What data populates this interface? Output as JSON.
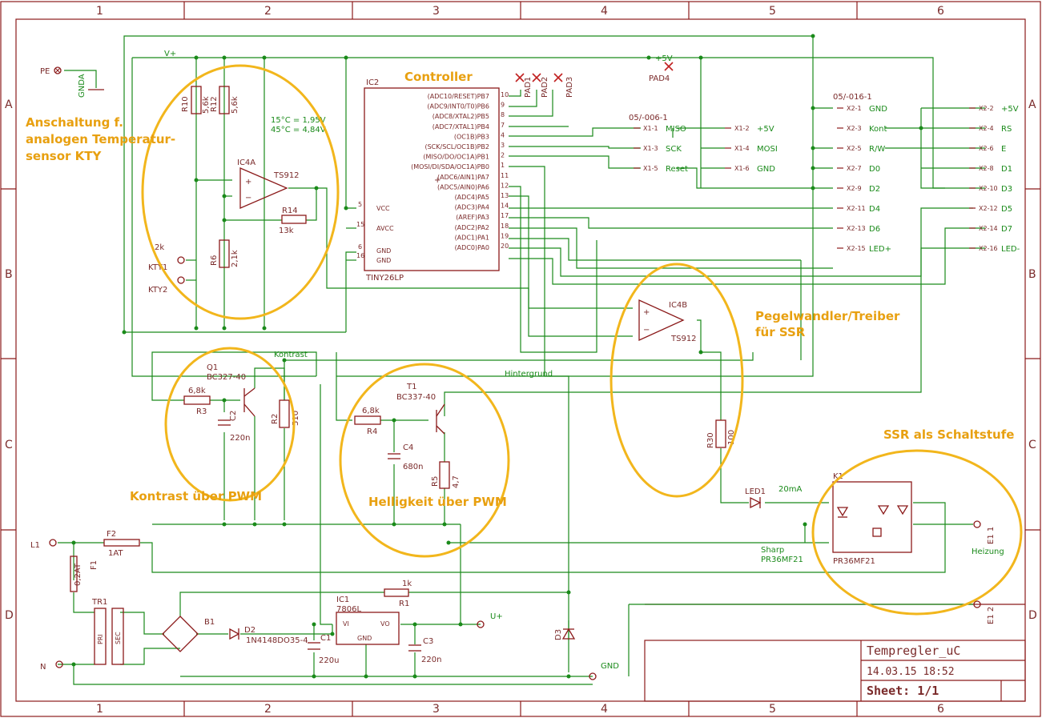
{
  "grid": {
    "columns": [
      "1",
      "2",
      "3",
      "4",
      "5",
      "6"
    ],
    "rows": [
      "A",
      "B",
      "C",
      "D"
    ]
  },
  "notes": {
    "kty": [
      "Anschaltung f.",
      "analogen Temperatur-",
      "sensor KTY"
    ],
    "controller": "Controller",
    "pegel": [
      "Pegelwandler/Treiber",
      "für SSR"
    ],
    "ssr": "SSR als Schaltstufe",
    "kontrast": "Kontrast über PWM",
    "helligkeit": "Helligkeit über PWM"
  },
  "titleblock": {
    "name": "Tempregler_uC",
    "date": "14.03.15 18:52",
    "sheet": "Sheet: 1/1"
  },
  "nets": {
    "vplus": "V+",
    "pe": "PE",
    "gnda": "GNDA",
    "plus5v": "+5V",
    "kontrast": "Kontrast",
    "hintergrund": "Hintergrund",
    "uplus": "U+",
    "gnd": "GND",
    "l1": "L1",
    "n": "N",
    "temp1": "15°C = 1,95V",
    "temp2": "45°C = 4,84V",
    "ma20": "20mA",
    "sharp1": "Sharp",
    "sharp2": "PR36MF21",
    "heizung": "Heizung"
  },
  "components": {
    "r10": [
      "R10",
      "5,6k"
    ],
    "r12": [
      "R12",
      "5,6k"
    ],
    "r6": [
      "R6",
      "2,1k"
    ],
    "r14": [
      "R14",
      "13k"
    ],
    "ic4a": [
      "IC4A",
      "TS912"
    ],
    "ic4b": [
      "IC4B",
      "TS912"
    ],
    "kty1": "KTY1",
    "kty2": "KTY2",
    "kty2k": "2k",
    "ic2": [
      "IC2",
      "TINY26LP"
    ],
    "q1": [
      "Q1",
      "BC327-40"
    ],
    "r3": [
      "R3",
      "6,8k"
    ],
    "c2": [
      "C2",
      "220n"
    ],
    "r2": [
      "R2",
      "510"
    ],
    "t1": [
      "T1",
      "BC337-40"
    ],
    "r4": [
      "R4",
      "6,8k"
    ],
    "c4": [
      "C4",
      "680n"
    ],
    "r5": [
      "R5",
      "4,7"
    ],
    "r30": [
      "R30",
      "100"
    ],
    "led1": "LED1",
    "k1": [
      "K1",
      "PR36MF21"
    ],
    "f2": [
      "F2",
      "1AT"
    ],
    "f1": [
      "F1",
      "0,2AT"
    ],
    "tr1": [
      "TR1",
      "PRI",
      "SEC"
    ],
    "b1": "B1",
    "d2": [
      "D2",
      "1N4148DO35-4"
    ],
    "c1": [
      "C1",
      "220u"
    ],
    "ic1": [
      "IC1",
      "7806L",
      "VI",
      "VO",
      "GND"
    ],
    "c3": [
      "C3",
      "220n"
    ],
    "r1": [
      "R1",
      "1k"
    ],
    "d3": "D3",
    "e1": [
      "E1 1",
      "E1 2"
    ]
  },
  "pads": [
    "PAD1",
    "PAD2",
    "PAD3",
    "PAD4"
  ],
  "ic2_left_pins": [
    "VCC",
    "AVCC",
    "GND",
    "GND"
  ],
  "ic2_left_pin_nums": [
    "5",
    "15",
    "6",
    "16"
  ],
  "ic2_right_pins": [
    "(ADC10/RESET)PB7",
    "(ADC9/INT0/T0)PB6",
    "(ADC8/XTAL2)PB5",
    "(ADC7/XTAL1)PB4",
    "(OC1B)PB3",
    "(SCK/SCL/OC1B)PB2",
    "(MISO/DO/OC1A)PB1",
    "(MOSI/DI/SDA/OC1A)PB0",
    "(ADC6/AIN1)PA7",
    "(ADC5/AIN0)PA6",
    "(ADC4)PA5",
    "(ADC3)PA4",
    "(AREF)PA3",
    "(ADC2)PA2",
    "(ADC1)PA1",
    "(ADC0)PA0"
  ],
  "ic2_right_pin_nums": [
    "10",
    "9",
    "8",
    "7",
    "4",
    "3",
    "2",
    "1",
    "11",
    "12",
    "13",
    "14",
    "17",
    "18",
    "19",
    "20"
  ],
  "x1": {
    "part": "05/-006-1",
    "left": [
      [
        "X1-1",
        "MISO"
      ],
      [
        "X1-3",
        "SCK"
      ],
      [
        "X1-5",
        "Reset"
      ]
    ],
    "right": [
      [
        "X1-2",
        "+5V"
      ],
      [
        "X1-4",
        "MOSI"
      ],
      [
        "X1-6",
        "GND"
      ]
    ]
  },
  "x2": {
    "part": "05/-016-1",
    "left": [
      [
        "X2-1",
        "GND"
      ],
      [
        "X2-3",
        "Kont"
      ],
      [
        "X2-5",
        "R/W"
      ],
      [
        "X2-7",
        "D0"
      ],
      [
        "X2-9",
        "D2"
      ],
      [
        "X2-11",
        "D4"
      ],
      [
        "X2-13",
        "D6"
      ],
      [
        "X2-15",
        "LED+"
      ]
    ],
    "right": [
      [
        "X2-2",
        "+5V"
      ],
      [
        "X2-4",
        "RS"
      ],
      [
        "X2-6",
        "E"
      ],
      [
        "X2-8",
        "D1"
      ],
      [
        "X2-10",
        "D3"
      ],
      [
        "X2-12",
        "D5"
      ],
      [
        "X2-14",
        "D7"
      ],
      [
        "X2-16",
        "LED-"
      ]
    ]
  }
}
